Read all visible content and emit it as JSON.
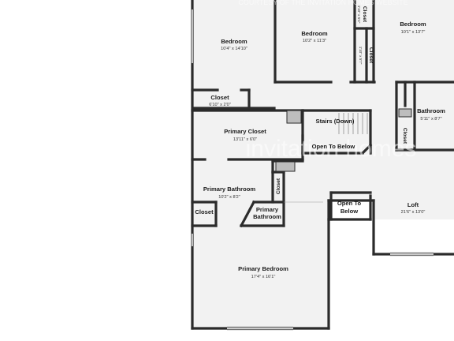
{
  "watermark": {
    "top_text": "COURTESY OF THE INVITATION HOMES WEBSITE",
    "brand_text": "invitation homes"
  },
  "rooms": {
    "bedroom_left": {
      "name": "Bedroom",
      "dims": "10'4\" x 14'10\""
    },
    "bedroom_center": {
      "name": "Bedroom",
      "dims": "10'2\" x 11'3\""
    },
    "bedroom_right": {
      "name": "Bedroom",
      "dims": "10'1\" x 13'7\""
    },
    "closet_top_right": {
      "name": "Closet",
      "dims": "1'10\" x 5'4\""
    },
    "closet_top_center": {
      "name": "Closet",
      "dims": "1'10\" x 5'7\""
    },
    "closet_upper_left": {
      "name": "Closet",
      "dims": "6'10\" x 2'0\""
    },
    "bathroom": {
      "name": "Bathroom",
      "dims": "5'11\" x 8'7\""
    },
    "closet_bathroom": {
      "name": "Closet"
    },
    "primary_closet": {
      "name": "Primary Closet",
      "dims": "13'11\" x 6'0\""
    },
    "stairs": {
      "name": "Stairs (Down)"
    },
    "open_to_below_upper": {
      "name": "Open To Below"
    },
    "primary_bathroom": {
      "name": "Primary Bathroom",
      "dims": "10'2\" x 8'2\""
    },
    "closet_primary_bath": {
      "name": "Closet"
    },
    "closet_left": {
      "name": "Closet"
    },
    "primary_bathroom_small": {
      "name_line1": "Primary",
      "name_line2": "Bathroom"
    },
    "open_to_below_lower": {
      "name_line1": "Open To",
      "name_line2": "Below"
    },
    "loft": {
      "name": "Loft",
      "dims": "21'6\" x 13'0\""
    },
    "primary_bedroom": {
      "name": "Primary Bedroom",
      "dims": "17'4\" x 16'1\""
    }
  },
  "colors": {
    "wall": "#2b2b2b",
    "floor": "#f2f2f2",
    "page": "#ffffff"
  }
}
